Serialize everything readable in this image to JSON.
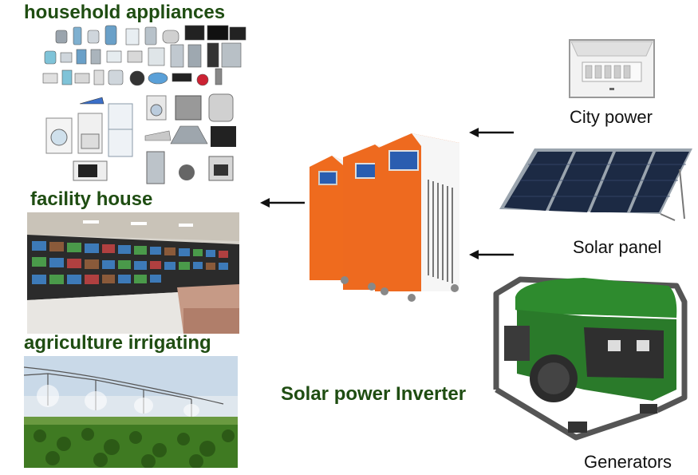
{
  "labels": {
    "household": "household appliances",
    "facility": "facility house",
    "agriculture": "agriculture irrigating",
    "inverter": "Solar power Inverter",
    "city_power": "City power",
    "solar_panel": "Solar panel",
    "generators": "Generators"
  },
  "colors": {
    "label_green": "#1f4d12",
    "inverter_orange": "#ee6a1f",
    "generator_green": "#2e8b2e",
    "panel_blue": "#1c2a44"
  },
  "icons": {
    "inverter": "inverter-cabinets-icon",
    "city_power": "breaker-box-icon",
    "solar_panel": "solar-panel-icon",
    "generator": "generator-icon",
    "household": "appliances-grid-icon",
    "facility": "control-room-icon",
    "agriculture": "irrigation-field-icon"
  }
}
